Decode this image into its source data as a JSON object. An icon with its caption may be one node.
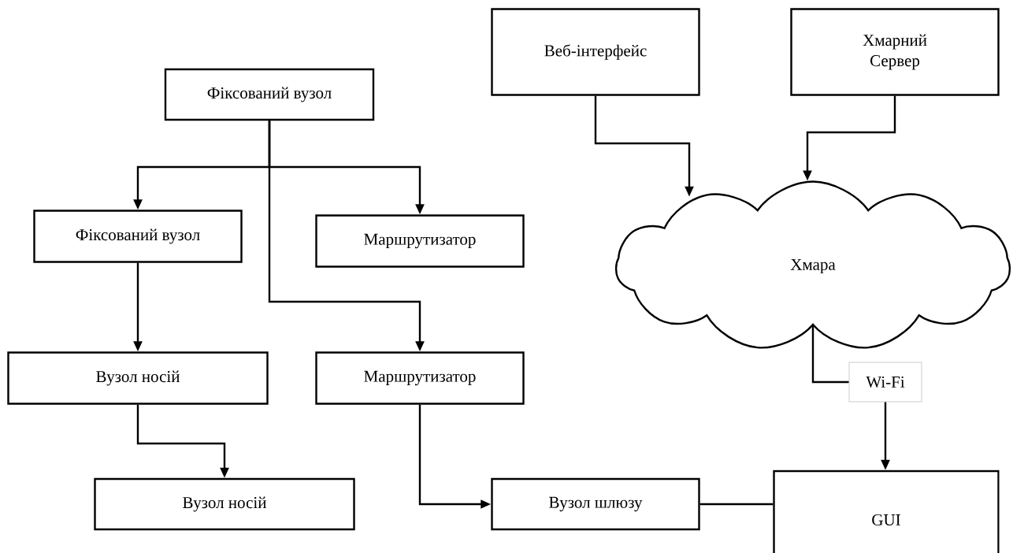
{
  "diagram": {
    "nodes": [
      {
        "text": [
          "Фіксований вузол"
        ]
      },
      {
        "text": [
          "Веб-інтерфейс"
        ]
      },
      {
        "text": [
          "Хмарний Сервер"
        ]
      },
      {
        "text": [
          "Фіксований вузол"
        ]
      },
      {
        "text": [
          "Маршрутизатор"
        ]
      },
      {
        "text": [
          "Хмара"
        ]
      },
      {
        "text": [
          "Вузол носій"
        ]
      },
      {
        "text": [
          "Маршрутизатор"
        ]
      },
      {
        "text": [
          "Wi-Fi"
        ]
      },
      {
        "text": [
          "Вузол носій"
        ]
      },
      {
        "text": [
          "Вузол шлюзу"
        ]
      },
      {
        "text": [
          "GUI"
        ]
      }
    ],
    "edges": [
      {
        "from": 0,
        "to": 3,
        "arrow": "to"
      },
      {
        "from": 0,
        "to": 4,
        "arrow": "to"
      },
      {
        "from": 0,
        "to": 7,
        "arrow": "to"
      },
      {
        "from": 3,
        "to": 6,
        "arrow": "to"
      },
      {
        "from": 6,
        "to": 9,
        "arrow": "to"
      },
      {
        "from": 7,
        "to": 10,
        "arrow": "to"
      },
      {
        "from": 1,
        "to": 5,
        "arrow": "to"
      },
      {
        "from": 2,
        "to": 5,
        "arrow": "to"
      },
      {
        "from": 5,
        "to": 8,
        "arrow": "none"
      },
      {
        "from": 8,
        "to": 11,
        "arrow": "to"
      },
      {
        "from": 10,
        "to": 11,
        "arrow": "none"
      }
    ]
  }
}
